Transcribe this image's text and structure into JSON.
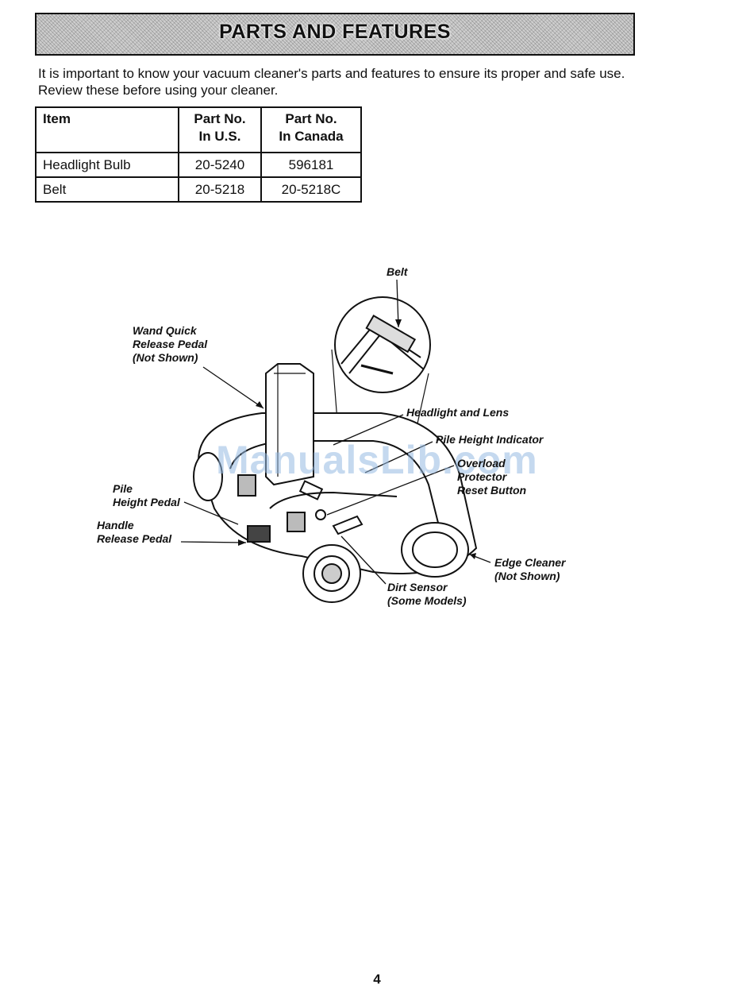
{
  "header": {
    "title": "PARTS AND FEATURES"
  },
  "intro": "It is important to know your vacuum cleaner's parts and features to ensure its proper and safe use. Review these before using your cleaner.",
  "parts_table": {
    "headers": [
      "Item",
      "Part No.\nIn U.S.",
      "Part No.\nIn Canada"
    ],
    "rows": [
      [
        "Headlight Bulb",
        "20-5240",
        "596181"
      ],
      [
        "Belt",
        "20-5218",
        "20-5218C"
      ]
    ]
  },
  "diagram": {
    "labels": {
      "belt": "Belt",
      "wand_quick_release": "Wand Quick\nRelease Pedal\n(Not Shown)",
      "headlight": "Headlight and Lens",
      "pile_height_indicator": "Pile Height Indicator",
      "overload_protector": "Overload\nProtector\nReset Button",
      "pile_height_pedal": "Pile\nHeight Pedal",
      "handle_release": "Handle\nRelease Pedal",
      "edge_cleaner": "Edge Cleaner\n(Not Shown)",
      "dirt_sensor": "Dirt Sensor\n(Some Models)"
    }
  },
  "watermark": "ManualsLib.com",
  "page_number": "4"
}
